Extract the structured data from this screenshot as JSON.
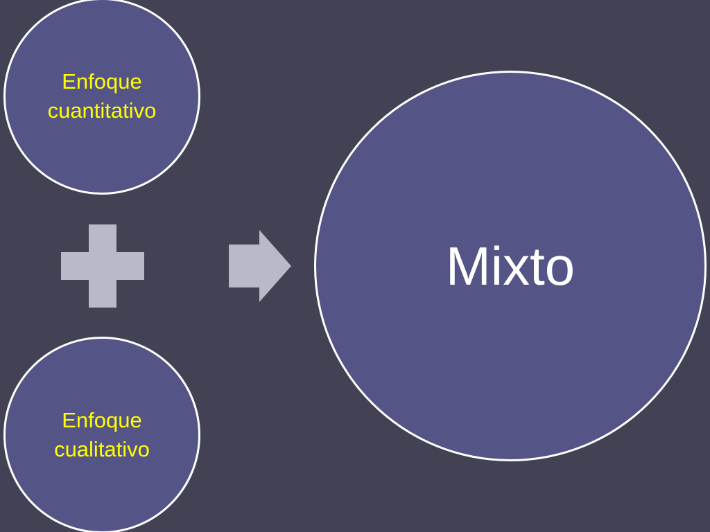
{
  "colors": {
    "background": "#424254",
    "circle_fill": "#545487",
    "circle_border": "#ffffff",
    "small_label_color": "#ffff00",
    "big_label_color": "#ffffff",
    "operator_color": "#b9b9c9"
  },
  "diagram": {
    "top_circle": {
      "label": "Enfoque\ncuantitativo"
    },
    "bottom_circle": {
      "label": "Enfoque\ncualitativo"
    },
    "result_circle": {
      "label": "Mixto"
    },
    "operator_icon": "plus-icon",
    "result_icon": "arrow-right-icon"
  }
}
